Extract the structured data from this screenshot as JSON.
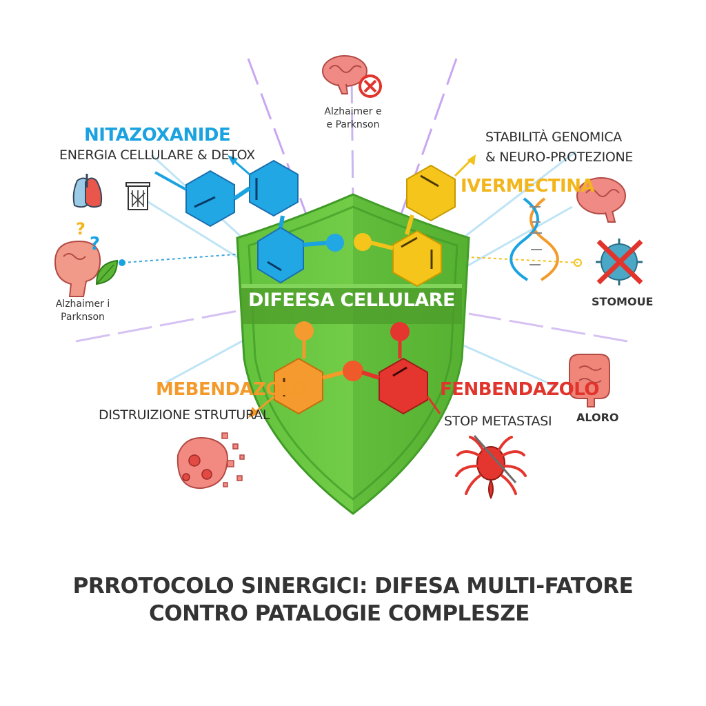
{
  "shield": {
    "label": "DIFEESA CELLULARE"
  },
  "drugs": {
    "nitazoxanide": {
      "name": "NITAZOXANIDE",
      "effect": "ENERGIA CELLULARE & DETOX",
      "color": "#1aa3e0"
    },
    "ivermectina": {
      "name": "IVERMECTINA",
      "effect": "STABILITÀ GENOMICA\n& NEURO-PROTEZIONE",
      "color": "#f2c21b"
    },
    "mebendazolo": {
      "name": "MEBENDAZOLO",
      "effect": "DISTRUIZIONE STRUTURAL",
      "color": "#f39a2b"
    },
    "fenbendazolo": {
      "name": "FENBENDAZOLO",
      "effect": "STOP METASTASI",
      "color": "#e0342c"
    }
  },
  "conditions": {
    "top": "Alzhaimer e\ne Parknson",
    "left": "Alzhaimer i\nParknson",
    "right_virus": "STOMOUE",
    "right_intestine": "ALORO"
  },
  "title": {
    "line1": "PRROTOCOLO SINERGICI: DIFESA MULTI-FATORE",
    "line2": "CONTRO PATALOGIE COMPLESZE"
  },
  "icons": [
    "brain-blocked-icon",
    "lungs-icon",
    "trash-icon",
    "brain-question-icon",
    "leaf-icon",
    "dna-icon",
    "brain-icon",
    "virus-blocked-icon",
    "intestine-icon",
    "tumor-cell-icon",
    "parasite-icon"
  ],
  "colors": {
    "shield_green": "#6cc644",
    "shield_dark": "#4ea62f",
    "background": "#ffffff"
  }
}
